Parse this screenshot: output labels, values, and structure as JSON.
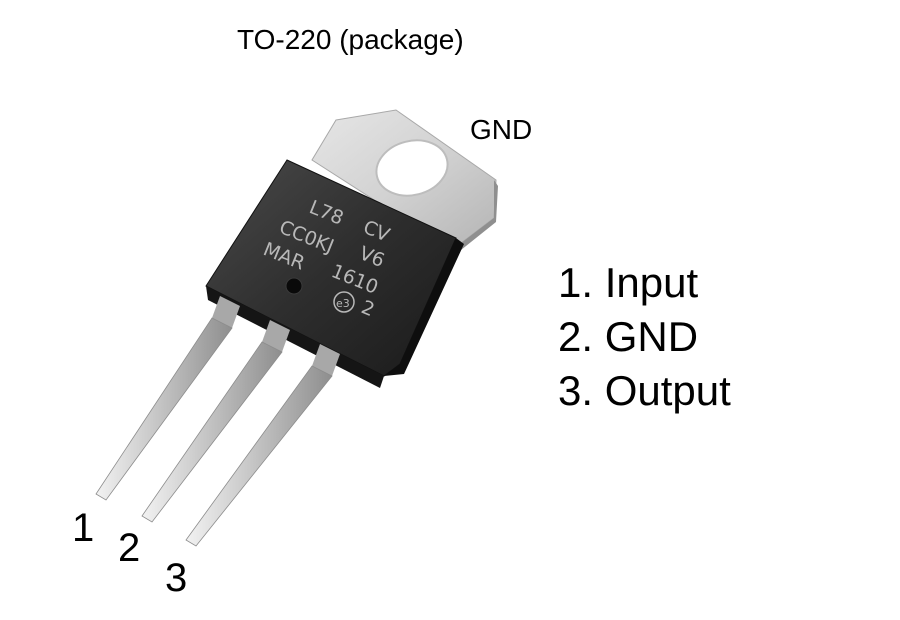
{
  "title": "TO-220 (package)",
  "tab_label": "GND",
  "pin_list": [
    "1. Input",
    "2. GND",
    "3. Output"
  ],
  "pin_numbers": [
    "1",
    "2",
    "3"
  ],
  "markings": [
    "L78",
    "CV",
    "CC0KJ",
    "V6",
    "MAR",
    "1610",
    "2",
    "e3"
  ]
}
